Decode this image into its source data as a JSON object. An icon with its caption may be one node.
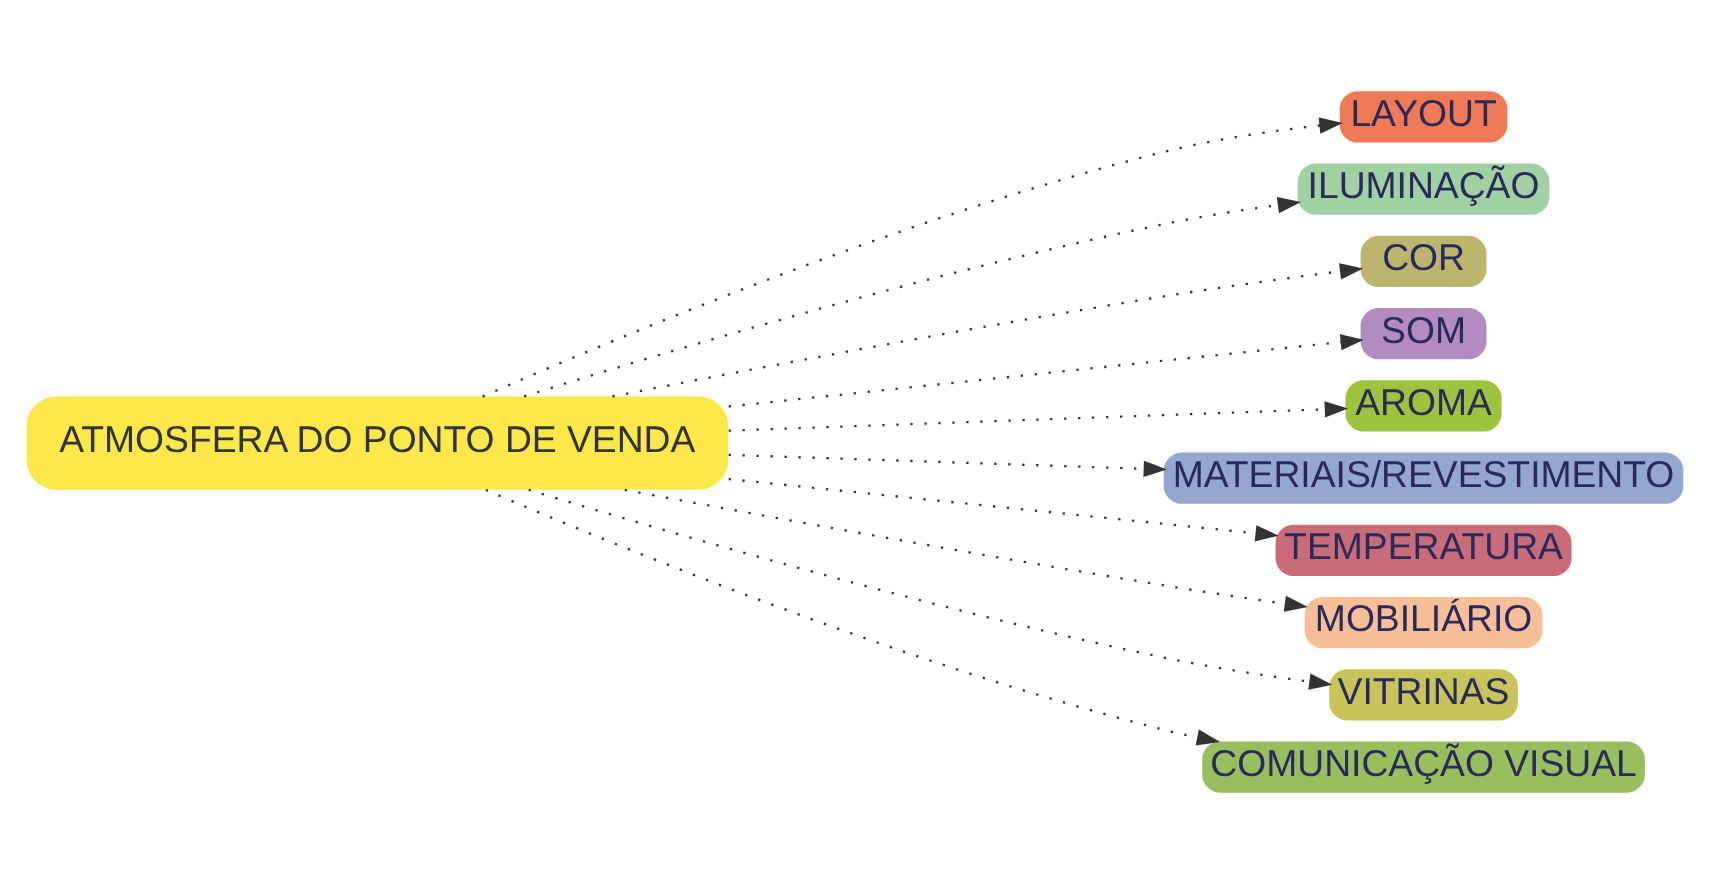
{
  "diagram": {
    "nodes": [
      {
        "text": [
          "ATMOSFERA DO PONTO DE VENDA"
        ]
      },
      {
        "text": [
          "LAYOUT"
        ]
      },
      {
        "text": [
          "ILUMINAÇÃO"
        ]
      },
      {
        "text": [
          "COR"
        ]
      },
      {
        "text": [
          "SOM"
        ]
      },
      {
        "text": [
          "AROMA"
        ]
      },
      {
        "text": [
          "MATERIAIS/REVESTIMENTO"
        ]
      },
      {
        "text": [
          "TEMPERATURA"
        ]
      },
      {
        "text": [
          "MOBILIÁRIO"
        ]
      },
      {
        "text": [
          "VITRINAS"
        ]
      },
      {
        "text": [
          "COMUNICAÇÃO VISUAL"
        ]
      }
    ],
    "edges": [
      {
        "from": 0,
        "to": 1,
        "arrow": "to"
      },
      {
        "from": 0,
        "to": 2,
        "arrow": "to"
      },
      {
        "from": 0,
        "to": 3,
        "arrow": "to"
      },
      {
        "from": 0,
        "to": 4,
        "arrow": "to"
      },
      {
        "from": 0,
        "to": 5,
        "arrow": "to"
      },
      {
        "from": 0,
        "to": 6,
        "arrow": "to"
      },
      {
        "from": 0,
        "to": 7,
        "arrow": "to"
      },
      {
        "from": 0,
        "to": 8,
        "arrow": "to"
      },
      {
        "from": 0,
        "to": 9,
        "arrow": "to"
      },
      {
        "from": 0,
        "to": 10,
        "arrow": "to"
      }
    ]
  }
}
